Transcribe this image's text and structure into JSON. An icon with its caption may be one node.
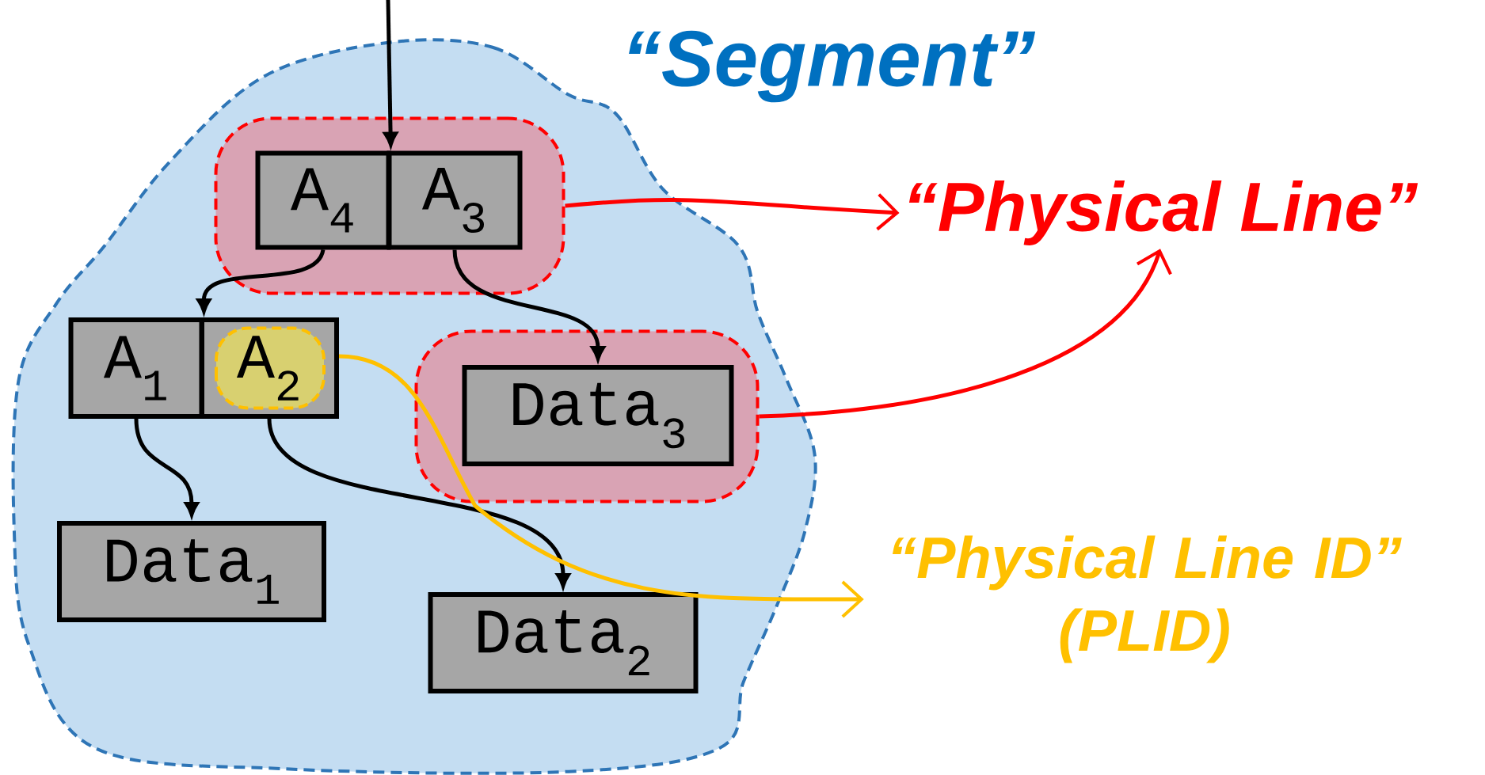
{
  "diagram": {
    "nodes": [
      {
        "text": [
          "“Segment”"
        ]
      },
      {
        "text": [],
        "shape": "cloud",
        "in": 0
      },
      {
        "text": [
          "A$_{4}$"
        ],
        "in": 1
      },
      {
        "text": [
          "A$_{3}$"
        ],
        "in": 1
      },
      {
        "text": [
          "A$_{1}$"
        ],
        "in": 0
      },
      {
        "text": [
          "A$_{2}$"
        ],
        "in": 0
      },
      {
        "text": [],
        "shape": "cloud",
        "in": 0
      },
      {
        "text": [
          "Data$_{3}$"
        ],
        "in": 6
      },
      {
        "text": [
          "Data$_{1}$"
        ],
        "in": 0
      },
      {
        "text": [
          "Data$_{2}$"
        ],
        "in": 0
      },
      {
        "text": [
          "“Physical Line”"
        ]
      },
      {
        "text": [
          "“Physical Line ID”",
          "(PLID)"
        ]
      }
    ],
    "edges": [
      {
        "from": null,
        "to": 2,
        "arrow": "to"
      },
      {
        "from": 2,
        "to": 4,
        "arrow": "to"
      },
      {
        "from": 3,
        "to": 7,
        "arrow": "to"
      },
      {
        "from": 4,
        "to": 8,
        "arrow": "to"
      },
      {
        "from": 5,
        "to": 9,
        "arrow": "to"
      },
      {
        "from": 1,
        "to": 10,
        "arrow": "to",
        "color": "#ff0000"
      },
      {
        "from": 6,
        "to": 10,
        "arrow": "to",
        "color": "#ff0000"
      },
      {
        "from": 5,
        "to": 11,
        "arrow": "to",
        "color": "#ffc000"
      }
    ]
  }
}
